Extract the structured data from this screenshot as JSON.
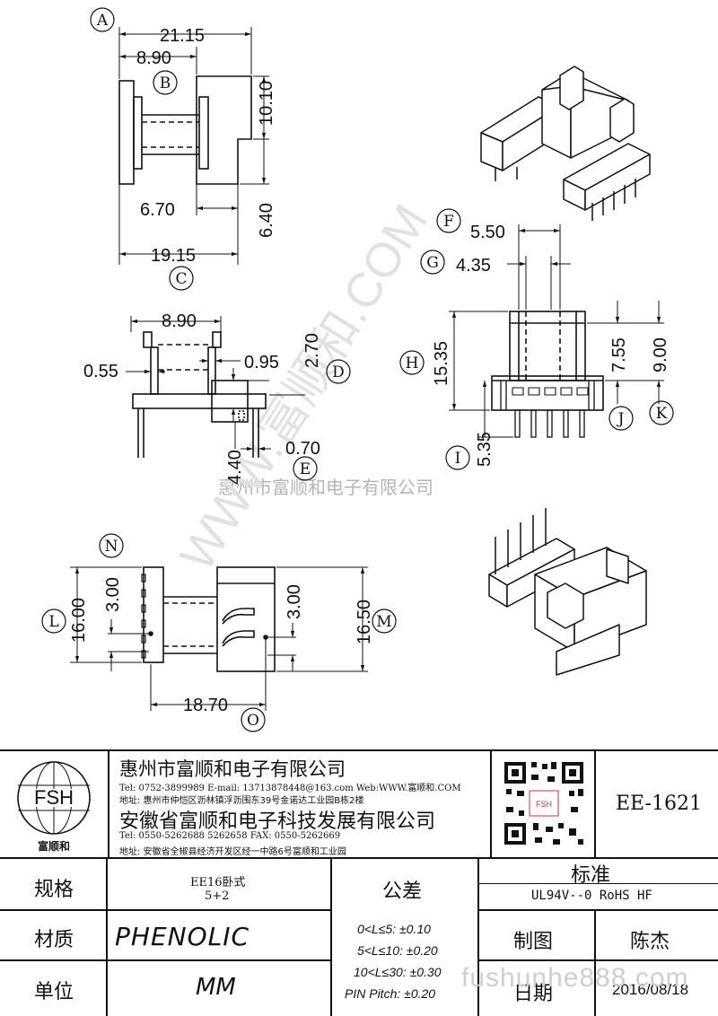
{
  "dimensions": {
    "front": [
      "21.15",
      "8.90",
      "10.10",
      "6.40",
      "6.70",
      "19.15"
    ],
    "side": [
      "8.90",
      "0.55",
      "0.95",
      "2.70",
      "0.70",
      "4.40"
    ],
    "right": [
      "5.50",
      "4.35",
      "15.35",
      "7.55",
      "9.00",
      "5.35"
    ],
    "bottom": [
      "16.00",
      "3.00",
      "3.00",
      "16.50",
      "18.70"
    ]
  },
  "markers": [
    "A",
    "B",
    "C",
    "D",
    "E",
    "F",
    "G",
    "H",
    "I",
    "J",
    "K",
    "L",
    "M",
    "N",
    "O"
  ],
  "watermark": {
    "company": "惠州市富顺和电子有限公司",
    "site": "WWW.富顺和.COM",
    "url": "fushunhe888.com"
  },
  "company": {
    "logo_letters": "FSH",
    "logo_name": "富顺和",
    "name1": "惠州市富顺和电子有限公司",
    "contact1": "Tel: 0752-3899989  E-mail: 13713878448@163.com  Web:WWW.富顺和.COM",
    "address1": "地址: 惠州市仲恺区沥林镇浮沥围东39号金诺达工业园B栋2楼",
    "name2": "安徽省富顺和电子科技发展有限公司",
    "contact2": "Tel: 0550-5262688  5262658     FAX: 0550-5262669",
    "address2": "地址: 安徽省全椒县经济开发区经一中路6号富顺和工业园",
    "qr_label": "FSH"
  },
  "part_number": "EE-1621",
  "table": {
    "spec_label": "规格",
    "spec_value1": "EE16卧式",
    "spec_value2": "5+2",
    "material_label": "材质",
    "material_value": "PHENOLIC",
    "unit_label": "单位",
    "unit_value": "MM",
    "tolerance_label": "公差",
    "tolerances": [
      "0<L≤5: ±0.10",
      "5<L≤10: ±0.20",
      "10<L≤30: ±0.30",
      "PIN Pitch: ±0.20"
    ],
    "standard_label": "标准",
    "standard_value": "UL94V--0  RoHS HF",
    "drawn_label": "制图",
    "drawn_value": "陈杰",
    "date_label": "日期",
    "date_value": "2016/08/18"
  }
}
